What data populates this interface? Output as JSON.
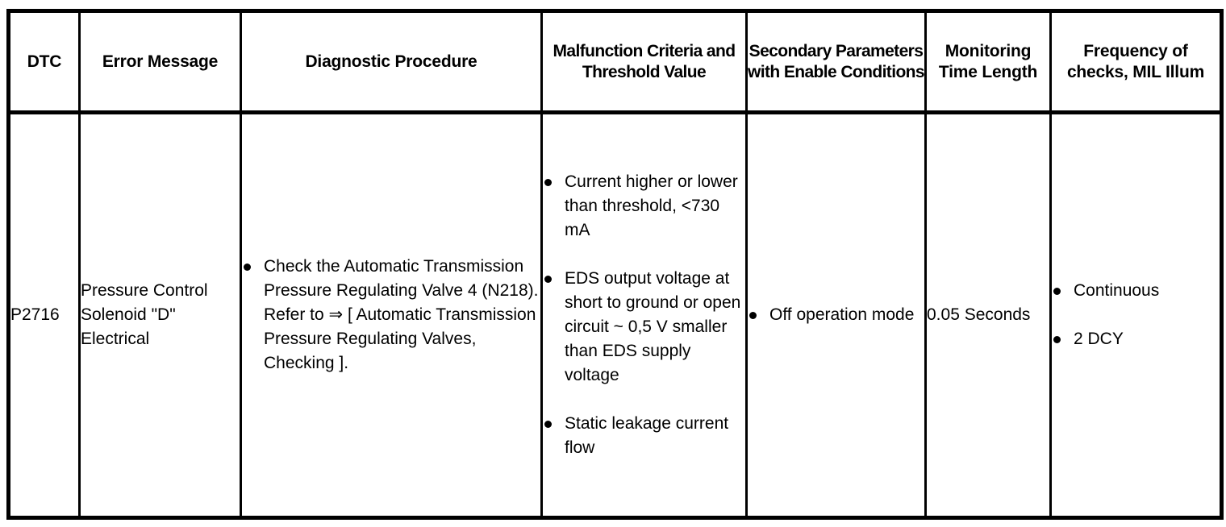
{
  "table": {
    "columns": [
      {
        "key": "dtc",
        "label": "DTC"
      },
      {
        "key": "err",
        "label": "Error Message"
      },
      {
        "key": "diag",
        "label": "Diagnostic Procedure"
      },
      {
        "key": "malf",
        "label": "Malfunction Criteria and Threshold Value"
      },
      {
        "key": "sec",
        "label": "Secondary Parameters with Enable Conditions"
      },
      {
        "key": "mon",
        "label": "Monitoring Time Length"
      },
      {
        "key": "freq",
        "label": "Frequency of checks, MIL Illum"
      }
    ],
    "rows": [
      {
        "dtc": "P2716",
        "error_message": "Pressure Control Solenoid \"D\" Electrical",
        "diagnostic_procedure": [
          "Check the Automatic Transmission Pressure Regulating Valve 4 (N218). Refer to ⇒ [ Automatic Transmission Pressure Regulating Valves, Checking ]."
        ],
        "malfunction_criteria": [
          "Current higher or lower than threshold, <730 mA",
          "EDS output voltage at short to ground or open circuit ~ 0,5 V smaller than EDS supply voltage",
          "Static leakage current flow"
        ],
        "secondary_parameters": [
          "Off operation mode"
        ],
        "monitoring_time_length": "0.05 Seconds",
        "frequency_of_checks": [
          "Continuous",
          "2 DCY"
        ]
      }
    ]
  },
  "colors": {
    "border": "#000000",
    "text": "#000000",
    "background": "#ffffff"
  }
}
